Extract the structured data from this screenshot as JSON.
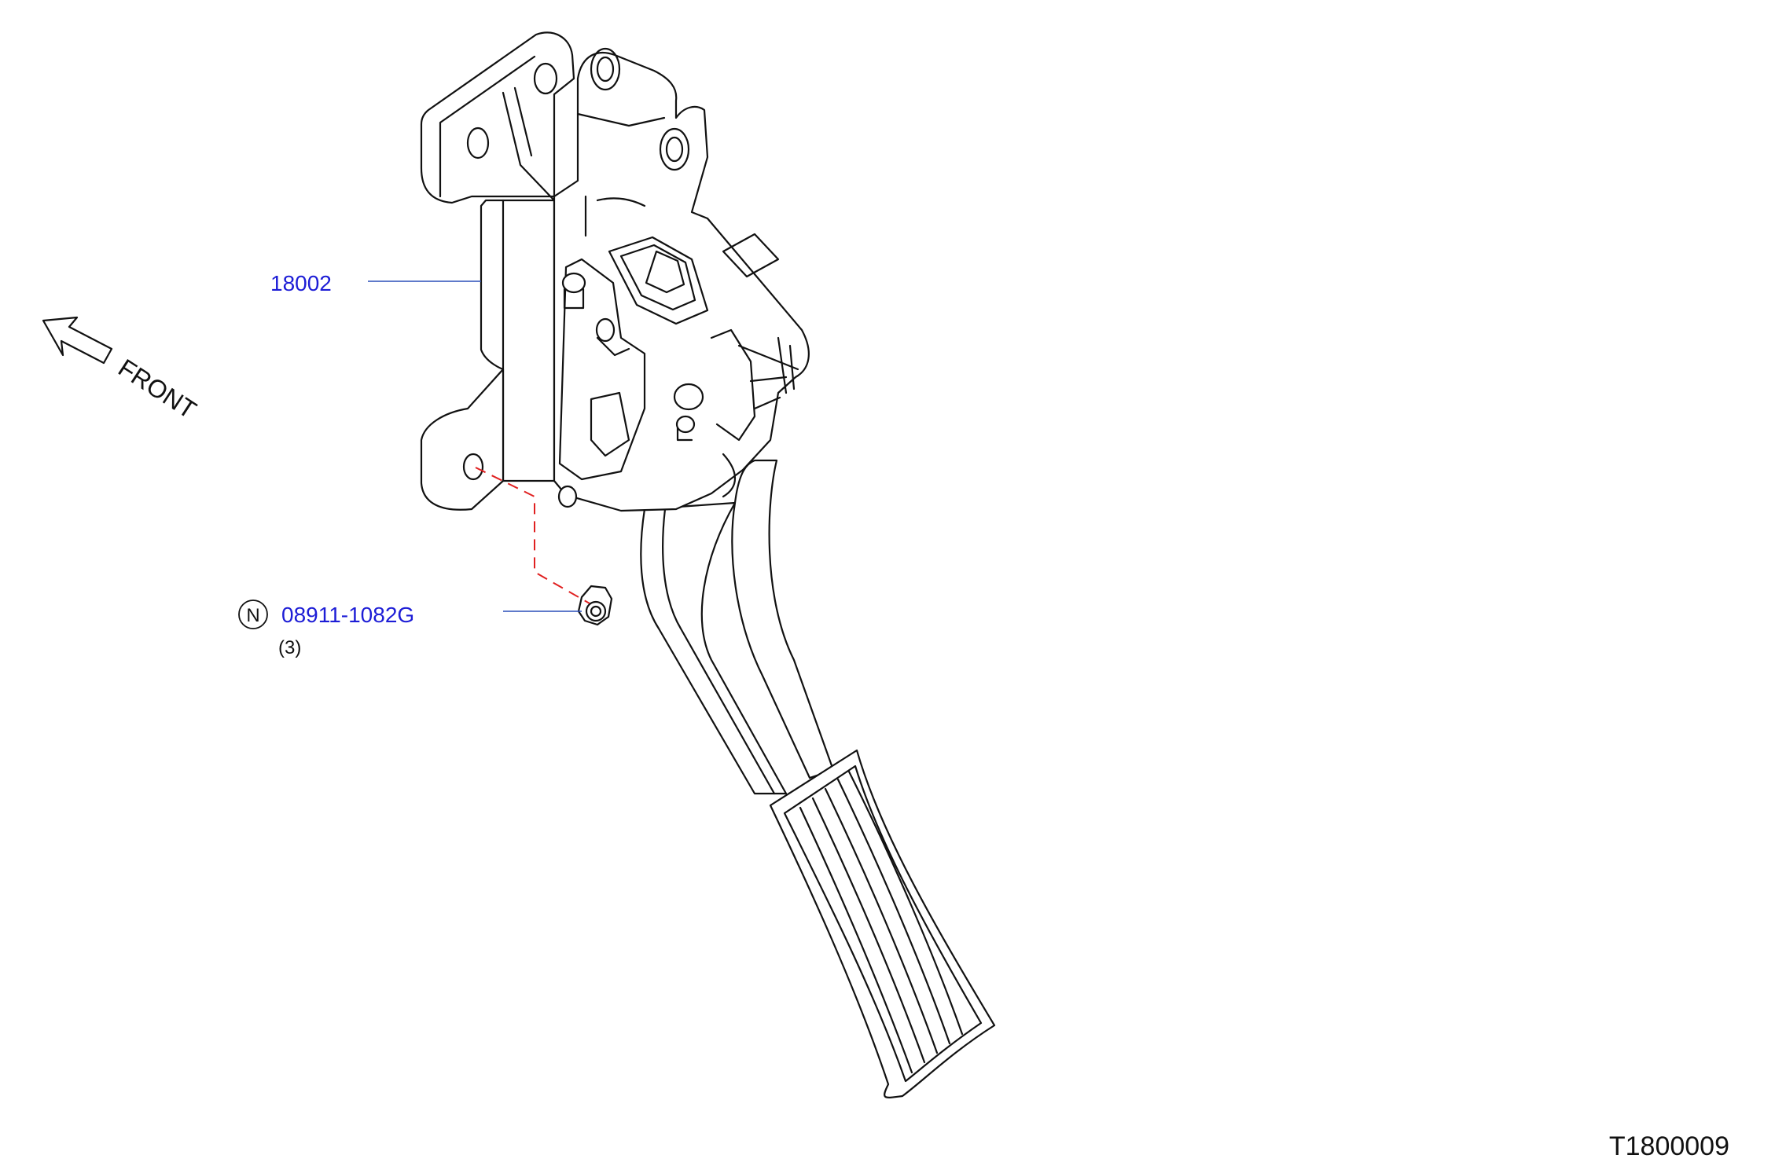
{
  "diagram": {
    "orientation_label": "FRONT",
    "drawing_code": "T1800009",
    "parts": [
      {
        "number": "18002",
        "prefix_symbol": "",
        "quantity": ""
      },
      {
        "number": "08911-1082G",
        "prefix_symbol": "N",
        "quantity": "(3)"
      }
    ],
    "colors": {
      "part_link": "#1d1dd6",
      "leader_line": "#2a4fb8",
      "fastener_path": "#e02020",
      "outline": "#111111"
    }
  }
}
